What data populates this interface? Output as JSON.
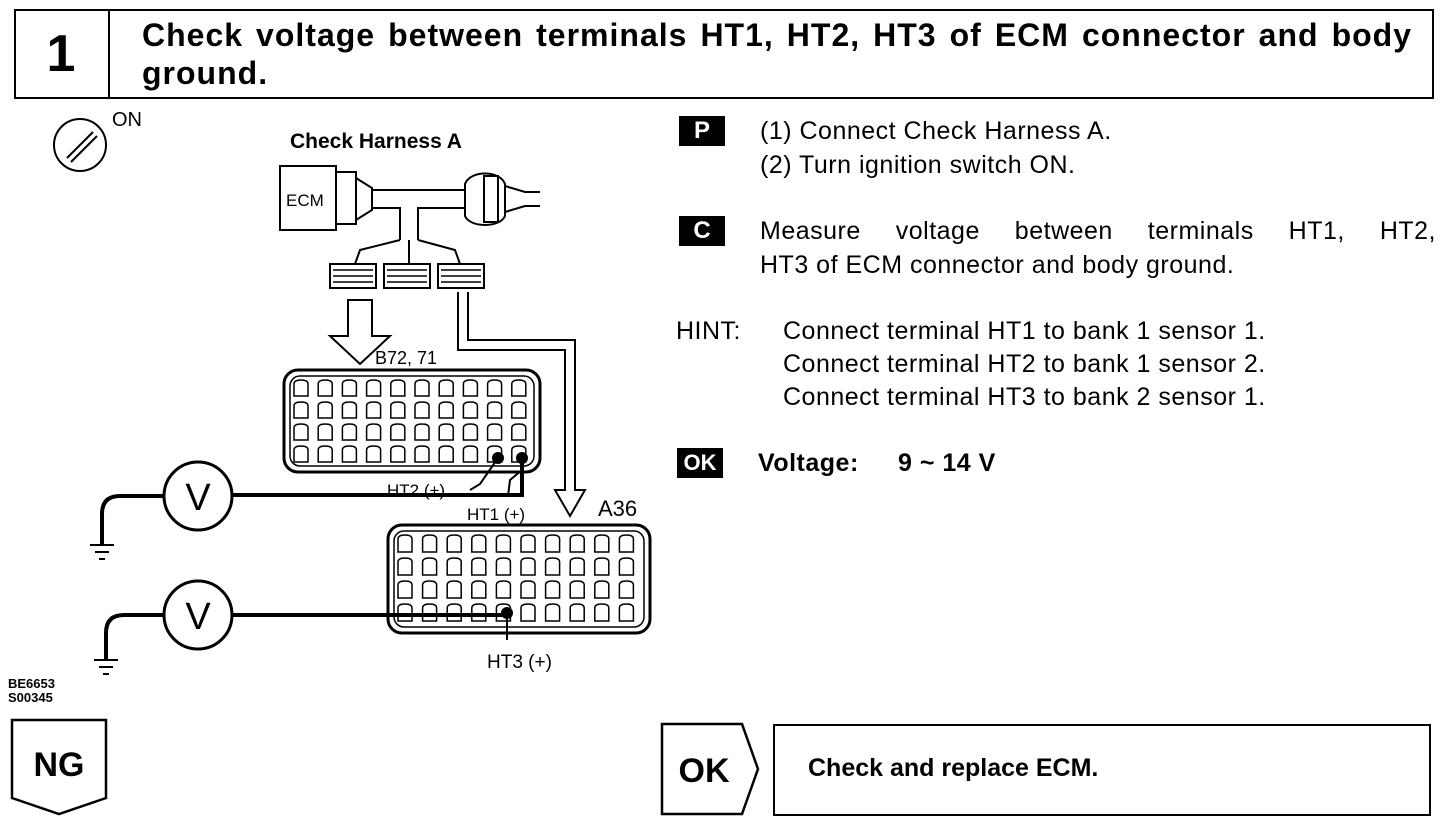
{
  "step": {
    "number": "1",
    "title": "Check voltage between terminals HT1, HT2, HT3 of ECM connector and body ground."
  },
  "diagram": {
    "ignition_label": "ON",
    "harness_title": "Check Harness A",
    "ecm_label": "ECM",
    "connector_upper_label": "B72, 71",
    "connector_lower_label": "A36",
    "ht1_label": "HT1 (+)",
    "ht2_label": "HT2 (+)",
    "ht3_label": "HT3 (+)",
    "meter_symbol": "V",
    "figure_codes": [
      "BE6653",
      "S00345"
    ]
  },
  "procedure": {
    "prep_tag": "P",
    "prep_steps": [
      "(1) Connect Check Harness A.",
      "(2) Turn ignition switch ON."
    ],
    "check_tag": "C",
    "check_text_line1": "Measure voltage between terminals HT1, HT2,",
    "check_text_line2": "HT3 of ECM connector and body ground.",
    "hint_label": "HINT:",
    "hints": [
      "Connect terminal HT1 to bank 1 sensor 1.",
      "Connect terminal HT2 to bank 1 sensor 2.",
      "Connect terminal HT3 to bank 2 sensor 1."
    ],
    "ok_tag": "OK",
    "spec_label": "Voltage:",
    "spec_value": "9 ~ 14 V"
  },
  "outcomes": {
    "ng_label": "NG",
    "ok_label": "OK",
    "ok_action": "Check and replace ECM."
  }
}
